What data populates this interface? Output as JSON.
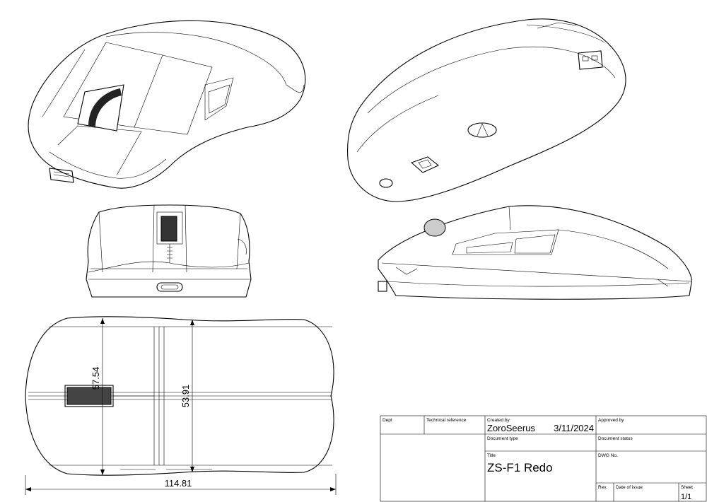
{
  "title_block": {
    "dept_label": "Dept",
    "technical_reference_label": "Technical reference",
    "created_by_label": "Created by",
    "created_by": "ZoroSeerus",
    "created_date": "3/11/2024",
    "approved_by_label": "Approved by",
    "document_type_label": "Document type",
    "document_status_label": "Document status",
    "title_label": "Title",
    "title": "ZS-F1 Redo",
    "dwg_no_label": "DWG No.",
    "rev_label": "Rev.",
    "date_of_issue_label": "Date of issue",
    "sheet_label": "Sheet",
    "sheet": "1/1"
  },
  "dimensions": {
    "length": "114.81",
    "width_front": "57.54",
    "width_middle": "53.91"
  }
}
